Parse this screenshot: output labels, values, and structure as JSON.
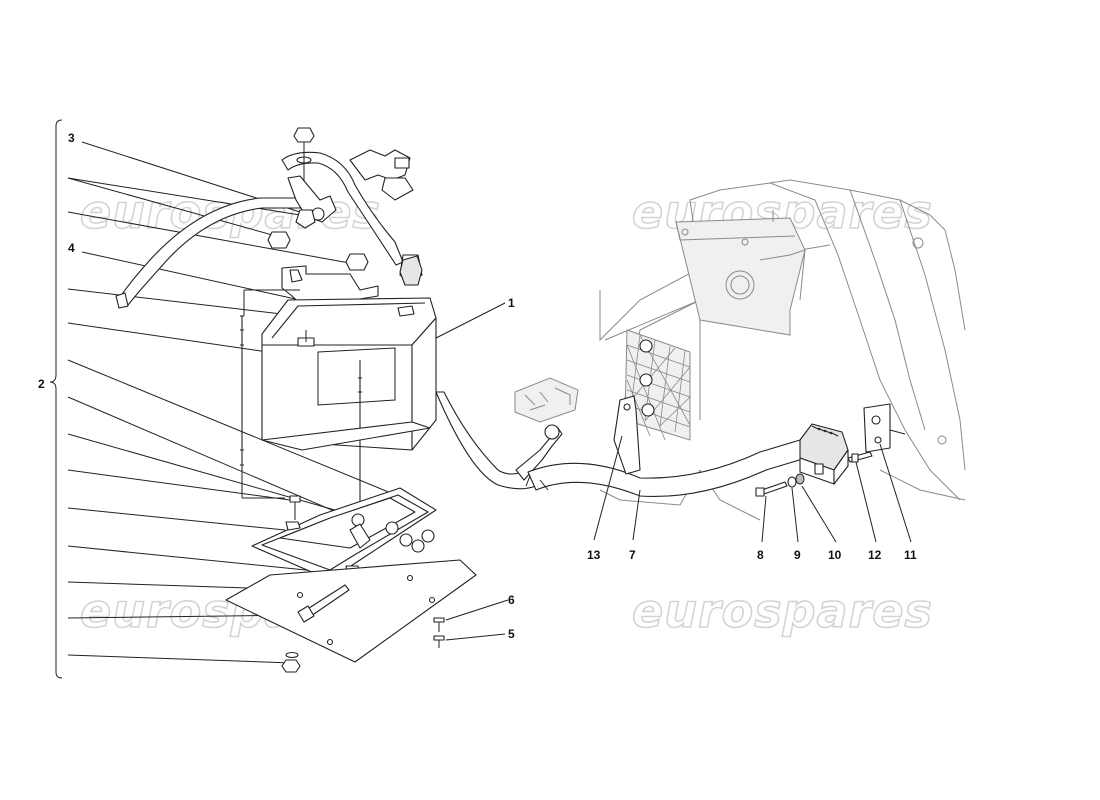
{
  "watermark": {
    "text": "eurospares"
  },
  "callouts": {
    "c1": "1",
    "c2": "2",
    "c3": "3",
    "c4": "4",
    "c5": "5",
    "c6": "6",
    "c7": "7",
    "c8": "8",
    "c9": "9",
    "c10": "10",
    "c11": "11",
    "c12": "12",
    "c13": "13"
  }
}
